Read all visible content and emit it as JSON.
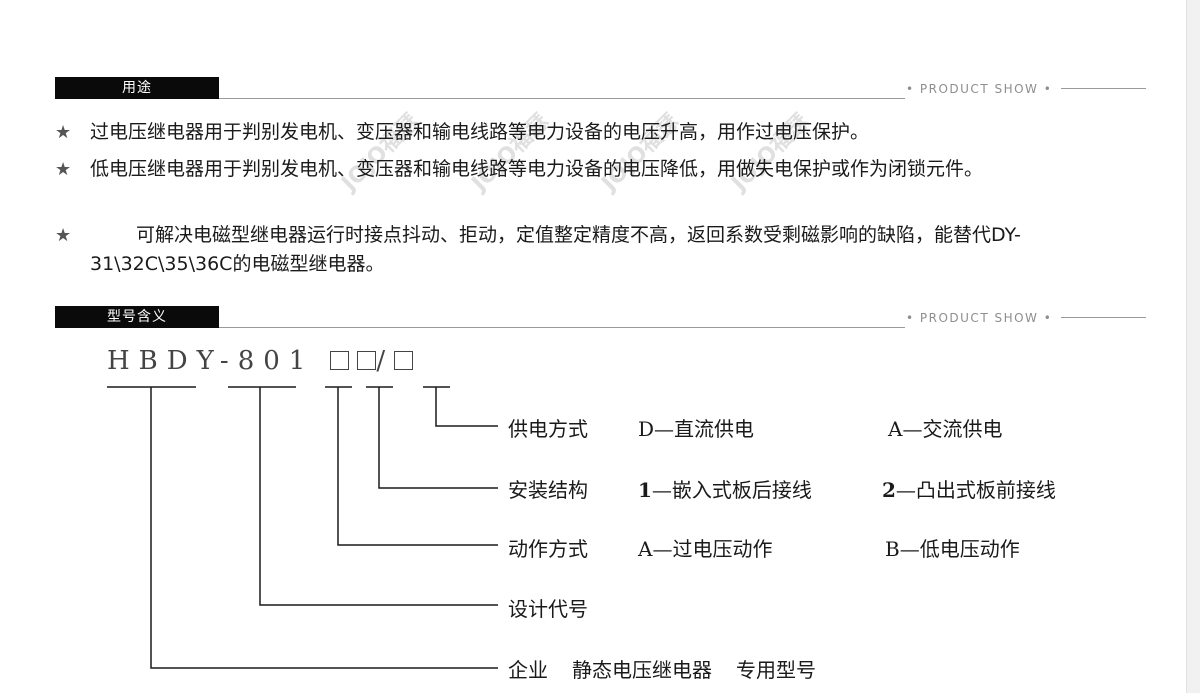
{
  "sections": [
    {
      "title": "用途",
      "tag": "• PRODUCT SHOW •"
    },
    {
      "title": "型号含义",
      "tag": "• PRODUCT SHOW •"
    }
  ],
  "bullets": [
    {
      "star": "★",
      "text": "过电压继电器用于判别发电机、变压器和输电线路等电力设备的电压升高，用作过电压保护。"
    },
    {
      "star": "★",
      "text": "低电压继电器用于判别发电机、变压器和输电线路等电力设备的电压降低，用做失电保护或作为闭锁元件。"
    },
    {
      "star": "★",
      "text": "可解决电磁型继电器运行时接点抖动、拒动，定值整定精度不高，返回系数受剩磁影响的缺陷，能替代DY-31\\32C\\35\\36C的电磁型继电器。"
    }
  ],
  "watermark": "JOJO福瑟",
  "model": {
    "prefix": "HBDY-801",
    "slash": "/"
  },
  "legend": [
    {
      "label": "供电方式",
      "opt1_code": "D",
      "opt1_text": "—直流供电",
      "opt2_code": "A",
      "opt2_text": "—交流供电"
    },
    {
      "label": "安装结构",
      "opt1_code": "1",
      "opt1_text": "—嵌入式板后接线",
      "opt2_code": "2",
      "opt2_text": "—凸出式板前接线"
    },
    {
      "label": "动作方式",
      "opt1_code": "A",
      "opt1_text": "—过电压动作",
      "opt2_code": "B",
      "opt2_text": "—低电压动作"
    },
    {
      "label": "设计代号"
    },
    {
      "label": "企业",
      "extra1": "静态电压继电器",
      "extra2": "专用型号"
    }
  ],
  "colors": {
    "tab": "#0a0a0a",
    "line": "#9a9a9a",
    "text": "#1a1a1a"
  }
}
